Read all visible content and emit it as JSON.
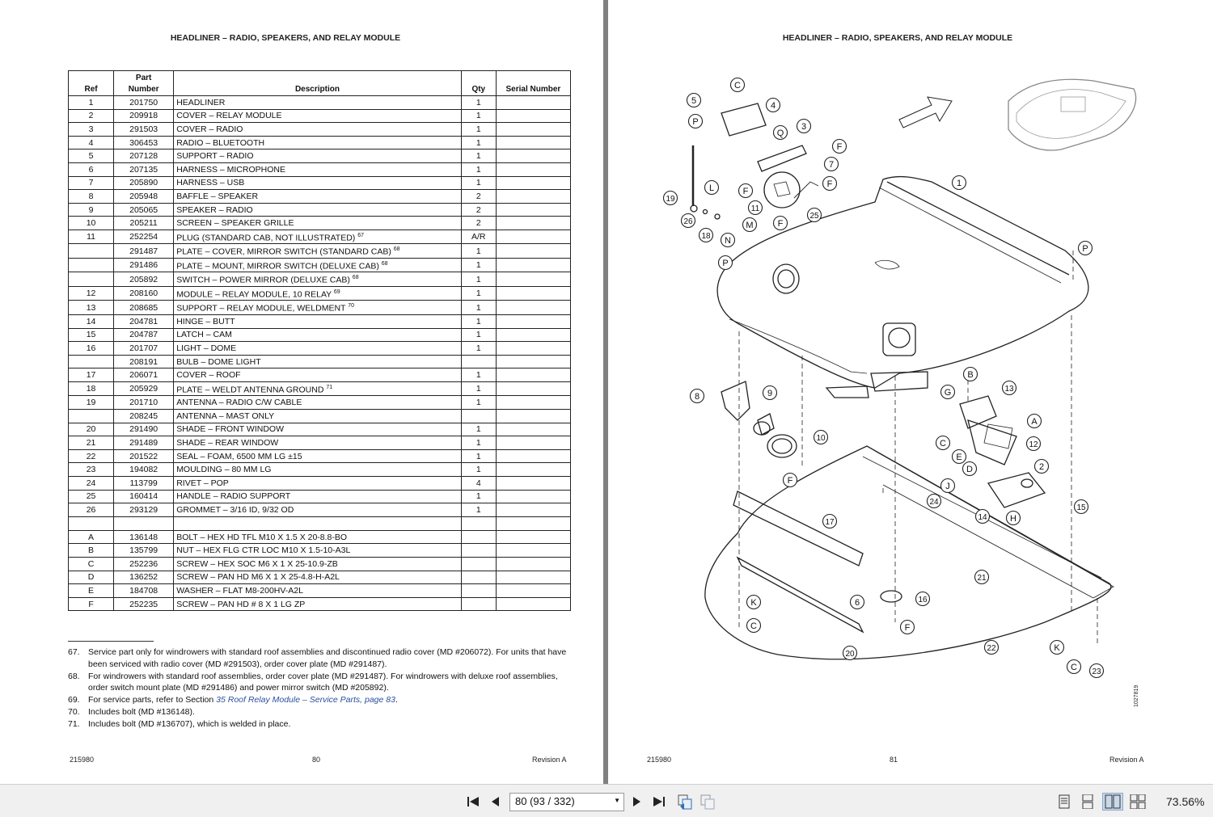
{
  "left_page": {
    "title": "HEADLINER – RADIO, SPEAKERS, AND RELAY MODULE",
    "headers": {
      "ref": "Ref",
      "part_1": "Part",
      "part_2": "Number",
      "desc": "Description",
      "qty": "Qty",
      "serial": "Serial Number"
    },
    "rows": [
      {
        "ref": "1",
        "part": "201750",
        "desc": "HEADLINER",
        "qty": "1"
      },
      {
        "ref": "2",
        "part": "209918",
        "desc": "COVER – RELAY MODULE",
        "qty": "1"
      },
      {
        "ref": "3",
        "part": "291503",
        "desc": "COVER – RADIO",
        "qty": "1"
      },
      {
        "ref": "4",
        "part": "306453",
        "desc": "RADIO – BLUETOOTH",
        "qty": "1"
      },
      {
        "ref": "5",
        "part": "207128",
        "desc": "SUPPORT – RADIO",
        "qty": "1"
      },
      {
        "ref": "6",
        "part": "207135",
        "desc": "HARNESS – MICROPHONE",
        "qty": "1"
      },
      {
        "ref": "7",
        "part": "205890",
        "desc": "HARNESS – USB",
        "qty": "1"
      },
      {
        "ref": "8",
        "part": "205948",
        "desc": "BAFFLE – SPEAKER",
        "qty": "2"
      },
      {
        "ref": "9",
        "part": "205065",
        "desc": "SPEAKER – RADIO",
        "qty": "2"
      },
      {
        "ref": "10",
        "part": "205211",
        "desc": "SCREEN – SPEAKER GRILLE",
        "qty": "2"
      },
      {
        "ref": "11",
        "part": "252254",
        "desc": "PLUG (STANDARD CAB, NOT ILLUSTRATED)",
        "sup": "67",
        "qty": "A/R"
      },
      {
        "ref": "",
        "part": "291487",
        "desc": "PLATE – COVER, MIRROR SWITCH (STANDARD CAB)",
        "sup": "68",
        "qty": "1"
      },
      {
        "ref": "",
        "part": "291486",
        "desc": "PLATE – MOUNT, MIRROR SWITCH (DELUXE CAB)",
        "sup": "68",
        "qty": "1"
      },
      {
        "ref": "",
        "part": "205892",
        "desc": "SWITCH – POWER MIRROR (DELUXE CAB)",
        "sup": "68",
        "qty": "1"
      },
      {
        "ref": "12",
        "part": "208160",
        "desc": "MODULE – RELAY MODULE, 10 RELAY",
        "sup": "69",
        "qty": "1"
      },
      {
        "ref": "13",
        "part": "208685",
        "desc": "SUPPORT – RELAY MODULE, WELDMENT",
        "sup": "70",
        "qty": "1"
      },
      {
        "ref": "14",
        "part": "204781",
        "desc": "HINGE – BUTT",
        "qty": "1"
      },
      {
        "ref": "15",
        "part": "204787",
        "desc": "LATCH – CAM",
        "qty": "1"
      },
      {
        "ref": "16",
        "part": "201707",
        "desc": "LIGHT – DOME",
        "qty": "1"
      },
      {
        "ref": "",
        "part": "208191",
        "desc": "BULB – DOME LIGHT",
        "qty": ""
      },
      {
        "ref": "17",
        "part": "206071",
        "desc": "COVER – ROOF",
        "qty": "1"
      },
      {
        "ref": "18",
        "part": "205929",
        "desc": "PLATE – WELDT ANTENNA GROUND",
        "sup": "71",
        "qty": "1"
      },
      {
        "ref": "19",
        "part": "201710",
        "desc": "ANTENNA – RADIO C/W CABLE",
        "qty": "1"
      },
      {
        "ref": "",
        "part": "208245",
        "desc": "ANTENNA – MAST ONLY",
        "qty": ""
      },
      {
        "ref": "20",
        "part": "291490",
        "desc": "SHADE – FRONT WINDOW",
        "qty": "1"
      },
      {
        "ref": "21",
        "part": "291489",
        "desc": "SHADE – REAR WINDOW",
        "qty": "1"
      },
      {
        "ref": "22",
        "part": "201522",
        "desc": "SEAL – FOAM, 6500 MM LG ±15",
        "qty": "1"
      },
      {
        "ref": "23",
        "part": "194082",
        "desc": "MOULDING – 80 MM LG",
        "qty": "1"
      },
      {
        "ref": "24",
        "part": "113799",
        "desc": "RIVET – POP",
        "qty": "4"
      },
      {
        "ref": "25",
        "part": "160414",
        "desc": "HANDLE – RADIO SUPPORT",
        "qty": "1"
      },
      {
        "ref": "26",
        "part": "293129",
        "desc": "GROMMET – 3/16 ID, 9/32 OD",
        "qty": "1"
      },
      {
        "ref": "",
        "part": "",
        "desc": "",
        "qty": "",
        "blank": true
      },
      {
        "ref": "A",
        "part": "136148",
        "desc": "BOLT – HEX HD TFL M10 X 1.5 X 20-8.8-BO",
        "qty": ""
      },
      {
        "ref": "B",
        "part": "135799",
        "desc": "NUT – HEX FLG CTR LOC M10 X 1.5-10-A3L",
        "qty": ""
      },
      {
        "ref": "C",
        "part": "252236",
        "desc": "SCREW – HEX SOC M6 X 1 X 25-10.9-ZB",
        "qty": ""
      },
      {
        "ref": "D",
        "part": "136252",
        "desc": "SCREW – PAN HD M6 X 1 X 25-4.8-H-A2L",
        "qty": ""
      },
      {
        "ref": "E",
        "part": "184708",
        "desc": "WASHER – FLAT M8-200HV-A2L",
        "qty": ""
      },
      {
        "ref": "F",
        "part": "252235",
        "desc": "SCREW – PAN HD # 8 X 1 LG ZP",
        "qty": ""
      }
    ],
    "footnotes": [
      {
        "num": "67.",
        "text": "Service part only for windrowers with standard roof assemblies and discontinued radio cover (MD #206072). For units that have been serviced with radio cover (MD #291503), order cover plate (MD #291487)."
      },
      {
        "num": "68.",
        "text": "For windrowers with standard roof assemblies, order cover plate (MD #291487). For windrowers with deluxe roof assemblies, order switch mount plate (MD #291486) and power mirror switch (MD #205892)."
      },
      {
        "num": "69.",
        "text_pre": "For service parts, refer to Section ",
        "link": "35 Roof Relay Module – Service Parts, page 83",
        "text_post": "."
      },
      {
        "num": "70.",
        "text": "Includes bolt (MD #136148)."
      },
      {
        "num": "71.",
        "text": "Includes bolt (MD #136707), which is welded in place."
      }
    ],
    "footer": {
      "doc": "215980",
      "page": "80",
      "rev": "Revision A"
    }
  },
  "right_page": {
    "title": "HEADLINER – RADIO, SPEAKERS, AND RELAY MODULE",
    "figure_id": "1027819",
    "callouts": [
      "1",
      "2",
      "3",
      "4",
      "5",
      "6",
      "7",
      "8",
      "9",
      "10",
      "11",
      "12",
      "13",
      "14",
      "15",
      "16",
      "17",
      "18",
      "19",
      "20",
      "21",
      "22",
      "23",
      "24",
      "25",
      "26",
      "A",
      "B",
      "C",
      "D",
      "E",
      "F",
      "G",
      "H",
      "J",
      "K",
      "L",
      "M",
      "N",
      "P",
      "Q"
    ],
    "footer": {
      "doc": "215980",
      "page": "81",
      "rev": "Revision A"
    }
  },
  "toolbar": {
    "page_value": "80 (93 / 332)",
    "zoom": "73.56%",
    "icons": [
      "first-page-icon",
      "prev-page-icon",
      "next-page-icon",
      "last-page-icon",
      "go-back-icon",
      "go-forward-icon",
      "single-page-icon",
      "continuous-icon",
      "two-page-icon",
      "two-page-continuous-icon"
    ]
  }
}
